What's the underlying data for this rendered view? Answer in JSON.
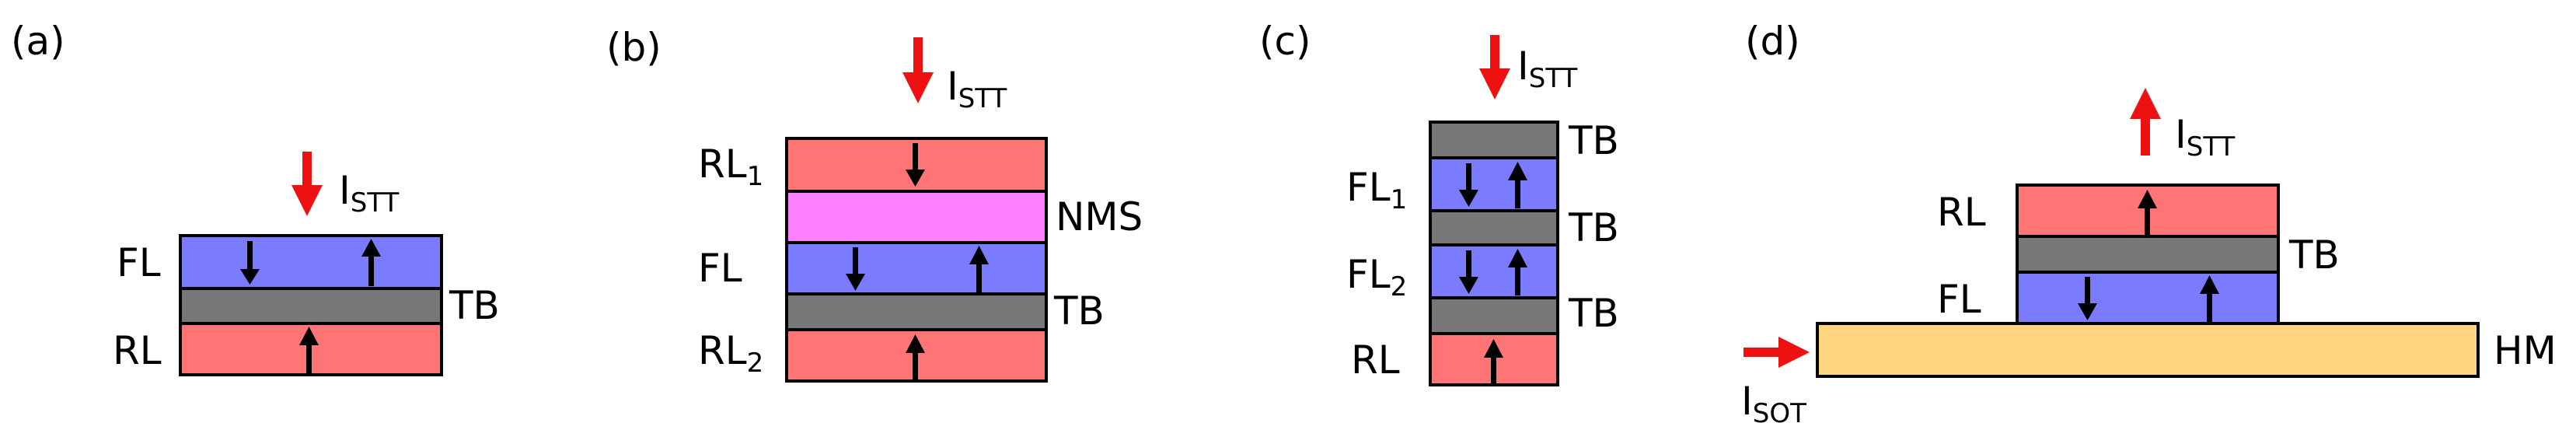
{
  "colors": {
    "free_layer": "#7b7bff",
    "reference_layer": "#ff7474",
    "tunnel_barrier": "#777777",
    "nms": "#ff80ff",
    "heavy_metal": "#ffd580",
    "current_arrow": "#ee1111",
    "magnetization_arrow": "#000000"
  },
  "panels": {
    "a": {
      "tag": "(a)",
      "current": {
        "main": "I",
        "sub": "STT"
      },
      "labels": {
        "fl": "FL",
        "rl": "RL",
        "tb": "TB"
      }
    },
    "b": {
      "tag": "(b)",
      "current": {
        "main": "I",
        "sub": "STT"
      },
      "labels": {
        "rl1_main": "RL",
        "rl1_sub": "1",
        "nms": "NMS",
        "fl": "FL",
        "tb": "TB",
        "rl2_main": "RL",
        "rl2_sub": "2"
      }
    },
    "c": {
      "tag": "(c)",
      "current": {
        "main": "I",
        "sub": "STT"
      },
      "labels": {
        "tb_top": "TB",
        "fl1_main": "FL",
        "fl1_sub": "1",
        "tb_mid": "TB",
        "fl2_main": "FL",
        "fl2_sub": "2",
        "tb_bottom": "TB",
        "rl": "RL"
      }
    },
    "d": {
      "tag": "(d)",
      "current_stt": {
        "main": "I",
        "sub": "STT"
      },
      "current_sot": {
        "main": "I",
        "sub": "SOT"
      },
      "labels": {
        "rl": "RL",
        "tb": "TB",
        "fl": "FL",
        "hm": "HM"
      }
    }
  }
}
